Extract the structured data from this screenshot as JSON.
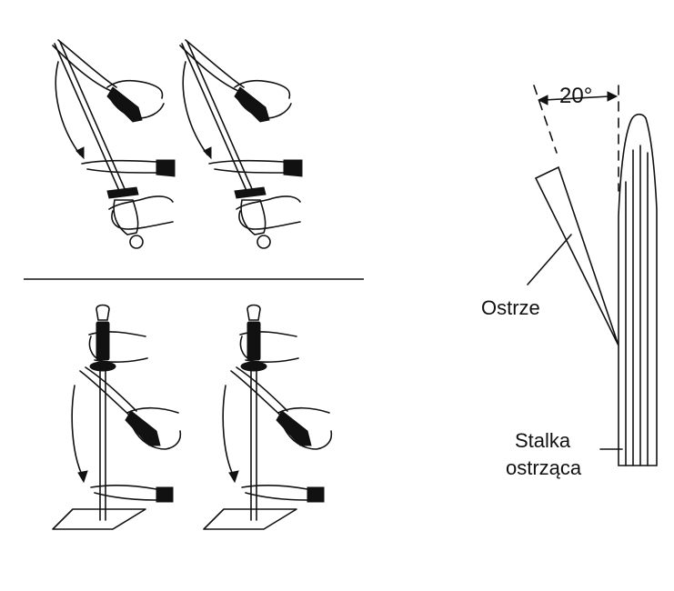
{
  "angle_label": "20°",
  "blade_label": "Ostrze",
  "steel_label_line1": "Stalka",
  "steel_label_line2": "ostrząca"
}
